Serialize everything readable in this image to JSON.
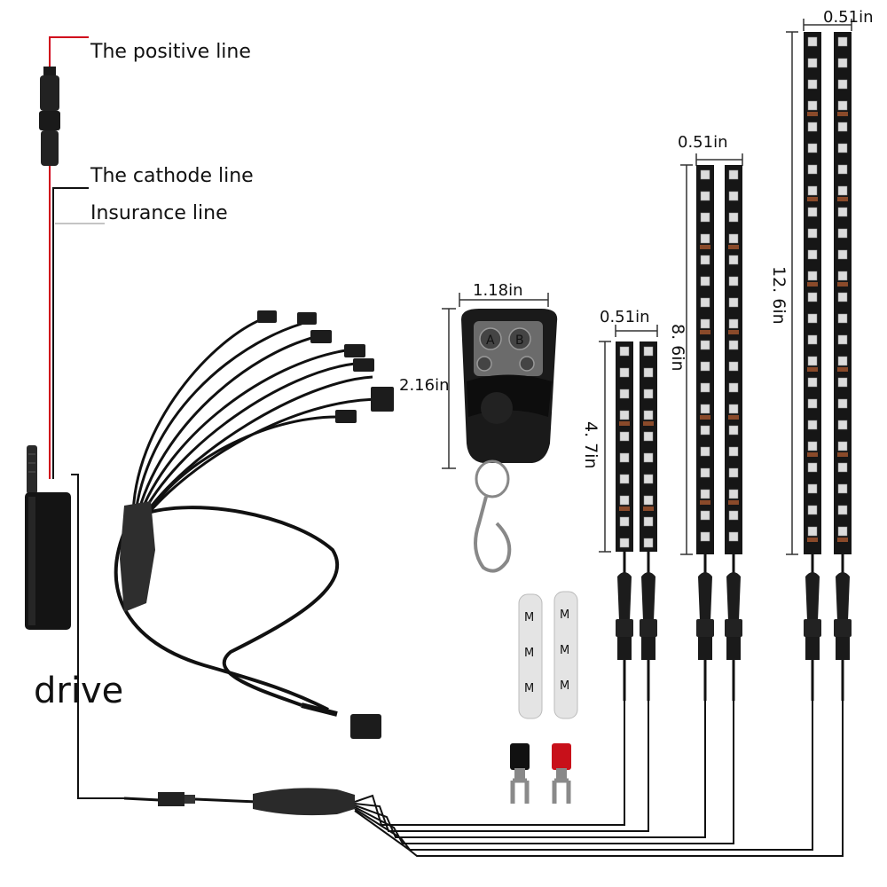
{
  "labels": {
    "positive_line": "The positive line",
    "cathode_line": "The cathode line",
    "insurance_line": "Insurance line",
    "drive": "drive"
  },
  "remote": {
    "width": "1.18in",
    "height": "2.16in",
    "button_a": "A",
    "button_b": "B"
  },
  "strips": {
    "short": {
      "width": "0.51in",
      "length": "4. 7in"
    },
    "medium": {
      "width": "0.51in",
      "length": "8. 6in"
    },
    "long": {
      "width": "0.51in",
      "length": "12. 6in"
    }
  },
  "adhesive_mark": "M",
  "colors": {
    "positive_wire": "#d0021b",
    "wire": "#111111",
    "strip_body": "#161616",
    "led_white": "#dcdcdc",
    "resistor": "#8a4a2a",
    "red_terminal": "#c8101a"
  }
}
